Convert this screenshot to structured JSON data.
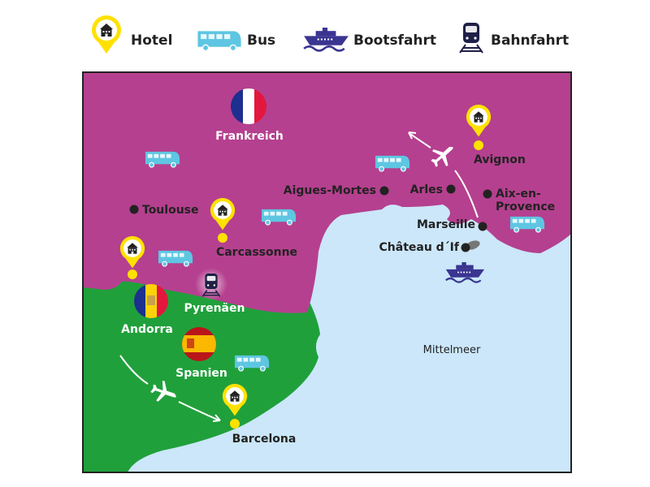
{
  "legend": {
    "hotel": {
      "label": "Hotel",
      "icon": "hotel-pin-icon"
    },
    "bus": {
      "label": "Bus",
      "icon": "bus-icon"
    },
    "boat": {
      "label": "Bootsfahrt",
      "icon": "ship-icon"
    },
    "train": {
      "label": "Bahnfahrt",
      "icon": "train-icon"
    }
  },
  "colors": {
    "france": "#b5408f",
    "spain": "#20a03b",
    "sea": "#cbe7f9",
    "hotel_pin": "#ffe100",
    "bus": "#5ec6e2",
    "ship": "#3a3591",
    "train": "#1f2046"
  },
  "countries": {
    "france": "Frankreich",
    "andorra": "Andorra",
    "spain": "Spanien"
  },
  "regions": {
    "pyrenees": "Pyrenäen",
    "sea": "Mittelmeer"
  },
  "places": {
    "toulouse": "Toulouse",
    "carcassonne": "Carcassonne",
    "aigues_mortes": "Aigues-Mortes",
    "arles": "Arles",
    "avignon": "Avignon",
    "aix_line1": "Aix-en-",
    "aix_line2": "Provence",
    "marseille": "Marseille",
    "chateau_if": "Château d´If",
    "barcelona": "Barcelona"
  }
}
